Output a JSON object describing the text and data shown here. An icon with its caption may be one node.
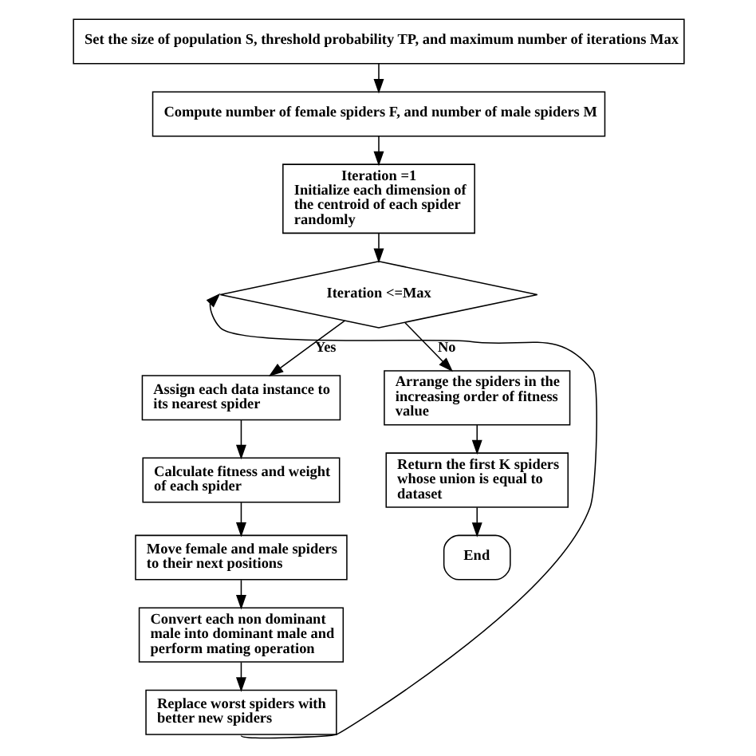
{
  "diagram": {
    "nodes": [
      {
        "text": [
          "Set the size of population S, threshold probability TP, and maximum number of iterations Max"
        ]
      },
      {
        "text": [
          "Compute number of female spiders F, and number of male spiders M"
        ]
      },
      {
        "text": [
          "Iteration =1",
          "Initialize each dimension of the centroid of each spider randomly"
        ]
      },
      {
        "text": [
          "Iteration <=Max"
        ]
      },
      {
        "text": [
          "Assign each data instance to its nearest spider"
        ]
      },
      {
        "text": [
          "Calculate fitness and weight of each spider"
        ]
      },
      {
        "text": [
          "Move female and male spiders to their next positions"
        ]
      },
      {
        "text": [
          "Convert each non dominant male into dominant male and perform mating operation"
        ]
      },
      {
        "text": [
          "Replace worst spiders with better new spiders"
        ]
      },
      {
        "text": [
          "Arrange the spiders in the increasing order of fitness value"
        ]
      },
      {
        "text": [
          "Return the first K spiders whose union is equal to dataset"
        ]
      },
      {
        "text": [
          "End"
        ]
      }
    ],
    "edges": [
      {
        "from": 0,
        "to": 1,
        "arrow": "to"
      },
      {
        "from": 1,
        "to": 2,
        "arrow": "to"
      },
      {
        "from": 2,
        "to": 3,
        "arrow": "to"
      },
      {
        "from": 3,
        "to": 4,
        "arrow": "to",
        "label": "Yes"
      },
      {
        "from": 3,
        "to": 9,
        "arrow": "to",
        "label": "No"
      },
      {
        "from": 4,
        "to": 5,
        "arrow": "to"
      },
      {
        "from": 5,
        "to": 6,
        "arrow": "to"
      },
      {
        "from": 6,
        "to": 7,
        "arrow": "to"
      },
      {
        "from": 7,
        "to": 8,
        "arrow": "to"
      },
      {
        "from": 8,
        "to": 3,
        "arrow": "to"
      },
      {
        "from": 9,
        "to": 10,
        "arrow": "to"
      },
      {
        "from": 10,
        "to": 11,
        "arrow": "to"
      }
    ]
  }
}
